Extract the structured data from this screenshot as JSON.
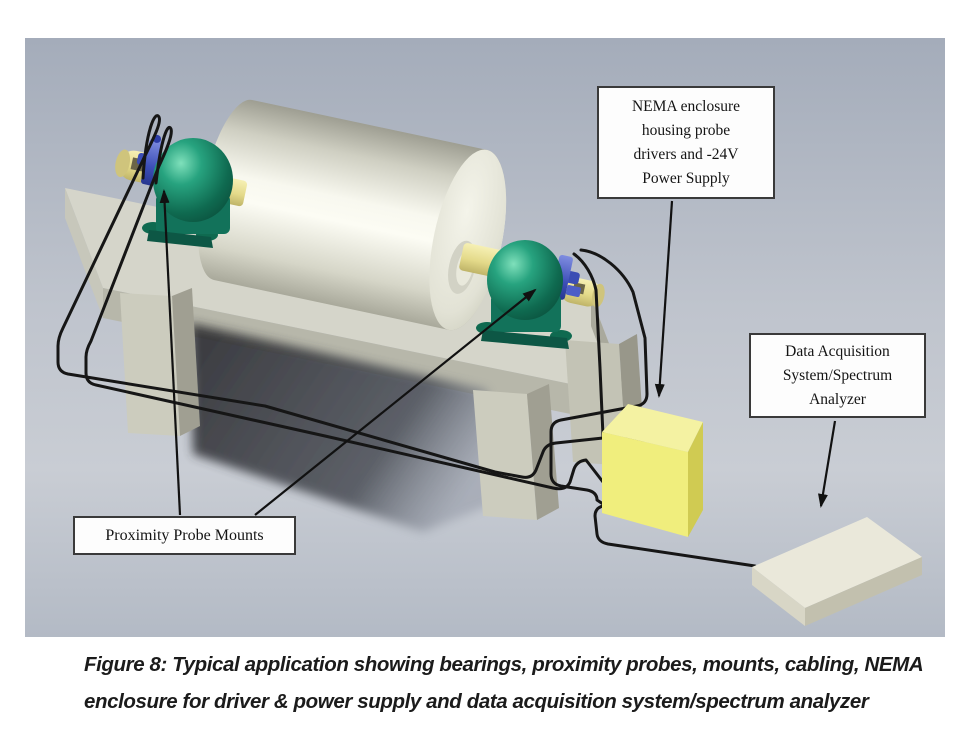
{
  "figure": {
    "callouts": {
      "nema_enclosure": "NEMA enclosure\nhousing probe\ndrivers and -24V\nPower Supply",
      "data_acquisition": "Data Acquisition\nSystem/Spectrum\nAnalyzer",
      "proximity_probe_mounts": "Proximity Probe Mounts"
    },
    "caption_line1": "Figure 8: Typical application showing bearings, proximity probes, mounts, cabling, NEMA",
    "caption_line2": "enclosure for driver & power supply and data acquisition system/spectrum analyzer",
    "colors": {
      "page_background": "#ffffff",
      "render_background_top": "#a4acba",
      "render_background_bottom": "#b3bac5",
      "bench_gray": "#d5d5ca",
      "bearing_green": "#17866a",
      "shaft_yellow": "#e4da8a",
      "probe_mount_blue": "#4a5cc4",
      "nema_enclosure_yellow": "#f0ee7d",
      "daq_beige": "#eae8da",
      "cable_black": "#161616",
      "callout_border": "#3a3a3a"
    }
  }
}
